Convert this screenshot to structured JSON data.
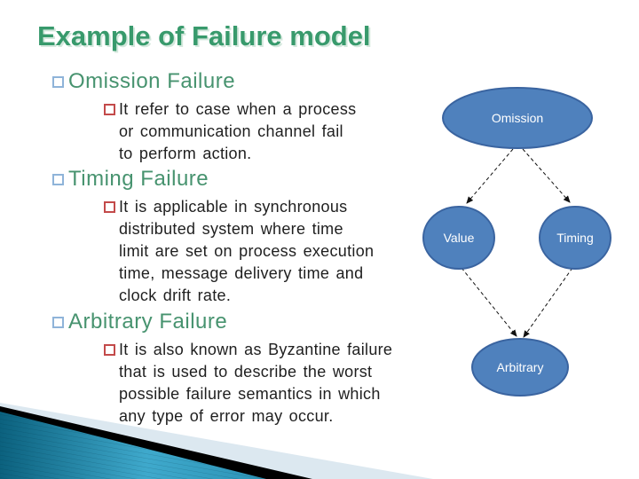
{
  "slide": {
    "title": "Example of Failure model",
    "sections": [
      {
        "heading": "Omission Failure",
        "body_lines": [
          "It refer to case when a process",
          "or communication channel fail",
          "to perform action."
        ]
      },
      {
        "heading": "Timing Failure",
        "body_lines": [
          "It is applicable in synchronous",
          "distributed system where time",
          "limit are set on process execution",
          "time, message delivery time and",
          "clock drift rate."
        ]
      },
      {
        "heading": "Arbitrary Failure",
        "body_lines": [
          "It is also known as Byzantine failure",
          "that is used to describe the worst",
          "possible failure semantics in which",
          "any type of error may occur."
        ]
      }
    ]
  },
  "diagram": {
    "nodes": [
      {
        "label": "Omission"
      },
      {
        "label": "Value"
      },
      {
        "label": "Timing"
      },
      {
        "label": "Arbitrary"
      }
    ],
    "edges": [
      "Omission → Value",
      "Omission → Timing",
      "Value → Arbitrary",
      "Timing → Arbitrary"
    ],
    "node_fill": "#4f81bd",
    "node_border": "#3a64a0"
  },
  "colors": {
    "title_green": "#389a6c",
    "heading_green": "#47936f",
    "body_text": "#1f1f1f",
    "bullet_blue": "#8fb4d9",
    "bullet_red": "#c34a4a",
    "swoosh_teal_dark": "#0b617e",
    "swoosh_teal_light": "#3fa9cc",
    "swoosh_black": "#000000",
    "swoosh_pale": "#dce8f0"
  }
}
